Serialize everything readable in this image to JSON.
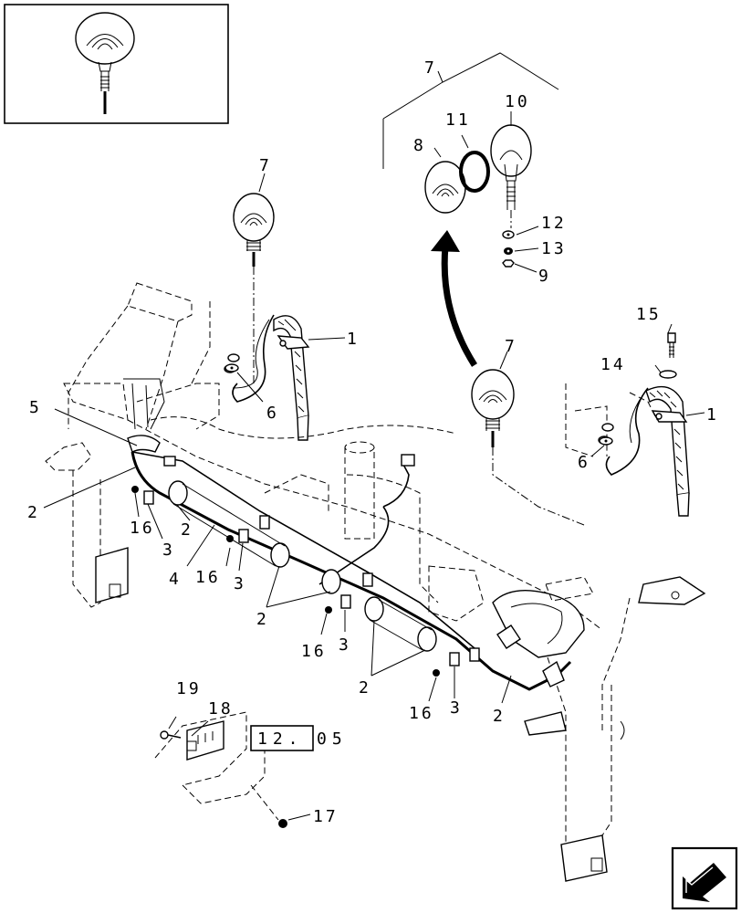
{
  "callouts": {
    "c1a": "1",
    "c1b": "1",
    "c2a": "2",
    "c2b": "2",
    "c2c": "2",
    "c2d": "2",
    "c2e": "2",
    "c3a": "3",
    "c3b": "3",
    "c3c": "3",
    "c3d": "3",
    "c4": "4",
    "c5": "5",
    "c6a": "6",
    "c6b": "6",
    "c7a": "7",
    "c7b": "7",
    "c7c": "7",
    "c8": "8",
    "c9": "9",
    "c10": "10",
    "c11": "11",
    "c12": "12",
    "c13": "13",
    "c14": "14",
    "c15": "15",
    "c16a": "16",
    "c16b": "16",
    "c16c": "16",
    "c16d": "16",
    "c17": "17",
    "c18": "18",
    "c19": "19"
  },
  "reference": {
    "boxed": "12.",
    "suffix": "05"
  },
  "icons": {
    "inset": "lamp-icon",
    "nav": "next-page-arrow-icon"
  }
}
